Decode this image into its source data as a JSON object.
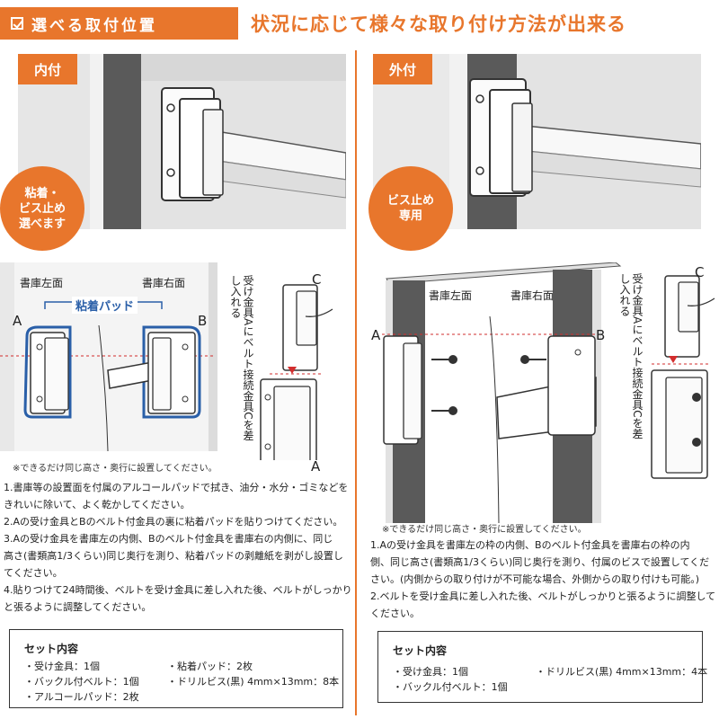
{
  "header": {
    "badge_text": "選べる取付位置",
    "title": "状況に応じて様々な取り付け方法が出来る"
  },
  "left": {
    "tag": "内付",
    "badge_lines": [
      "粘着・",
      "ビス止め",
      "選べます"
    ],
    "labels": {
      "shelf_left": "書庫左面",
      "shelf_right": "書庫右面",
      "pad": "粘着パッド",
      "a": "A",
      "b": "B",
      "c": "C",
      "a2": "A"
    },
    "vertical_note": "受け金具Aにベルト接続金具Cを差し入れる",
    "small_note": "※できるだけ同じ高さ・奥行に設置してください。",
    "steps": [
      "1.書庫等の設置面を付属のアルコールパッドで拭き、油分・水分・ゴミなどを",
      "きれいに除いて、よく乾かしてください。",
      "2.Aの受け金具とBのベルト付金具の裏に粘着パッドを貼りつけてください。",
      "3.Aの受け金具を書庫左の内側、Bのベルト付金具を書庫右の内側に、同じ",
      "高さ(書類高1/3くらい)同じ奥行を測り、粘着パッドの剥離紙を剥がし設置し",
      "てください。",
      "4.貼りつけて24時間後、ベルトを受け金具に差し入れた後、ベルトがしっかり",
      "と張るように調整してください。"
    ],
    "set": {
      "title": "セット内容",
      "items": [
        "・受け金具：1個",
        "・バックル付ベルト：1個",
        "・アルコールパッド：2枚",
        "・粘着パッド：2枚",
        "・ドリルビス(黒) 4mm×13mm：8本"
      ]
    }
  },
  "right": {
    "tag": "外付",
    "badge_lines": [
      "ビス止め",
      "専用"
    ],
    "labels": {
      "shelf_left": "書庫左面",
      "shelf_right": "書庫右面",
      "a": "A",
      "b": "B",
      "c": "C"
    },
    "vertical_note": "受け金具Aにベルト接続金具Cを差し入れる",
    "small_note": "※できるだけ同じ高さ・奥行に設置してください。",
    "steps": [
      "1.Aの受け金具を書庫左の枠の内側、Bのベルト付金具を書庫右の枠の内",
      "側、同じ高さ(書類高1/3くらい)同じ奥行を測り、付属のビスで設置してくだ",
      "さい。(内側からの取り付けが不可能な場合、外側からの取り付けも可能。)",
      "2.ベルトを受け金具に差し入れた後、ベルトがしっかりと張るように調整して",
      "ください。"
    ],
    "set": {
      "title": "セット内容",
      "items": [
        "・受け金具：1個",
        "・バックル付ベルト：1個",
        "・ドリルビス(黒) 4mm×13mm：4本"
      ]
    }
  },
  "colors": {
    "accent": "#e8762c",
    "pad_outline": "#2a5fa8",
    "dashed_red": "#d22d2d"
  }
}
